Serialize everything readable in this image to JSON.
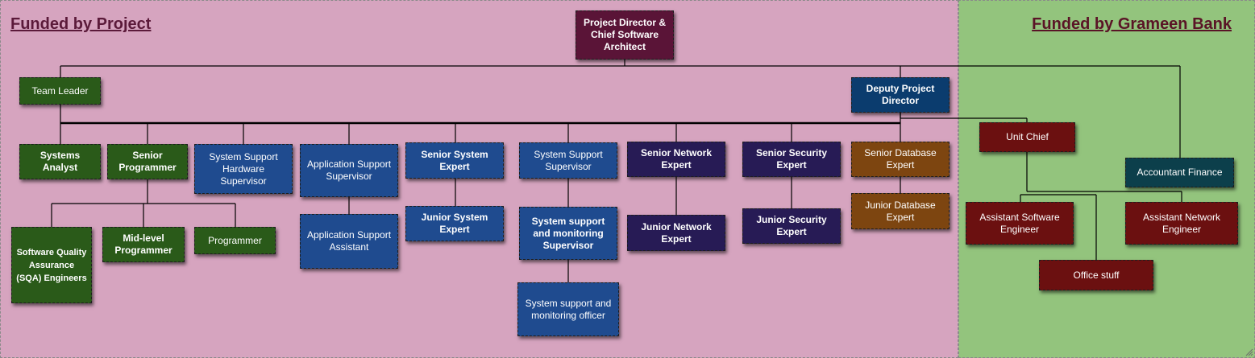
{
  "regions": {
    "project_title": "Funded by Project",
    "grameen_title": "Funded by Grameen Bank"
  },
  "nodes": {
    "project_director": "Project Director & Chief Software Architect",
    "team_leader": "Team Leader",
    "deputy_project_director": "Deputy Project Director",
    "systems_analyst": "Systems Analyst",
    "senior_programmer": "Senior Programmer",
    "sqa_engineers": "Software Quality Assurance (SQA) Engineers",
    "mid_level_programmer": "Mid-level Programmer",
    "programmer": "Programmer",
    "system_support_hardware_supervisor": "System Support Hardware Supervisor",
    "application_support_supervisor": "Application Support Supervisor",
    "application_support_assistant": "Application Support Assistant",
    "senior_system_expert": "Senior System Expert",
    "junior_system_expert": "Junior System Expert",
    "system_support_supervisor": "System Support Supervisor",
    "system_support_monitoring_supervisor": "System support and monitoring Supervisor",
    "system_support_monitoring_officer": "System support and monitoring officer",
    "senior_network_expert": "Senior Network Expert",
    "junior_network_expert": "Junior Network Expert",
    "senior_security_expert": "Senior Security Expert",
    "junior_security_expert": "Junior Security Expert",
    "senior_database_expert": "Senior Database Expert",
    "junior_database_expert": "Junior Database Expert",
    "unit_chief": "Unit Chief",
    "accountant_finance": "Accountant Finance",
    "assistant_software_engineer": "Assistant Software Engineer",
    "assistant_network_engineer": "Assistant Network Engineer",
    "office_stuff": "Office stuff"
  },
  "colors": {
    "project_region": "#d6a4bf",
    "grameen_region": "#93c47d",
    "director": "#5a1437",
    "green": "#2a5a19",
    "blue": "#1f4b8f",
    "navy": "#0b3c6e",
    "purple": "#271b55",
    "brown": "#7d4510",
    "maroon": "#6b1010",
    "teal": "#0c3f4b"
  }
}
